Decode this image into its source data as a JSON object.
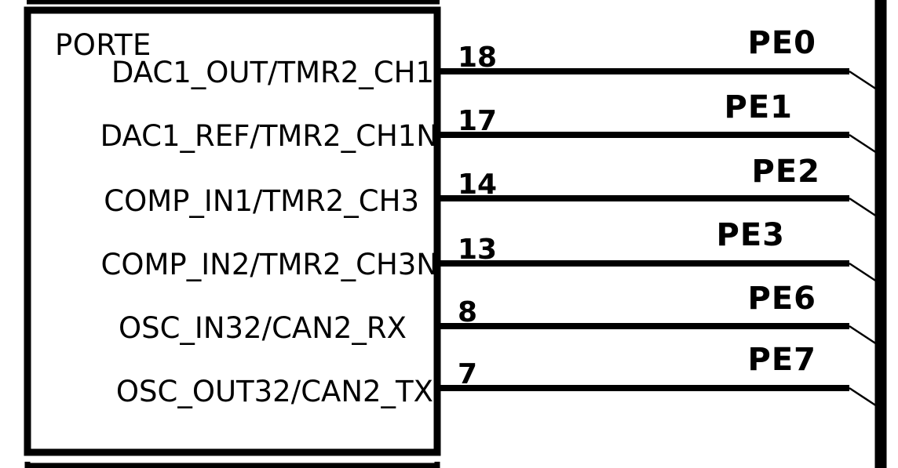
{
  "diagram": {
    "title": "PORTE",
    "kind": "mcu-pin-block-schematic",
    "colors": {
      "background": "#ffffff",
      "ink": "#000000"
    },
    "pins": [
      {
        "name": "DAC1_OUT/TMR2_CH1",
        "number": "18",
        "net": "PE0"
      },
      {
        "name": "DAC1_REF/TMR2_CH1N",
        "number": "17",
        "net": "PE1"
      },
      {
        "name": "COMP_IN1/TMR2_CH3",
        "number": "14",
        "net": "PE2"
      },
      {
        "name": "COMP_IN2/TMR2_CH3N",
        "number": "13",
        "net": "PE3"
      },
      {
        "name": "OSC_IN32/CAN2_RX",
        "number": "8",
        "net": "PE6"
      },
      {
        "name": "OSC_OUT32/CAN2_TX",
        "number": "7",
        "net": "PE7"
      }
    ]
  }
}
